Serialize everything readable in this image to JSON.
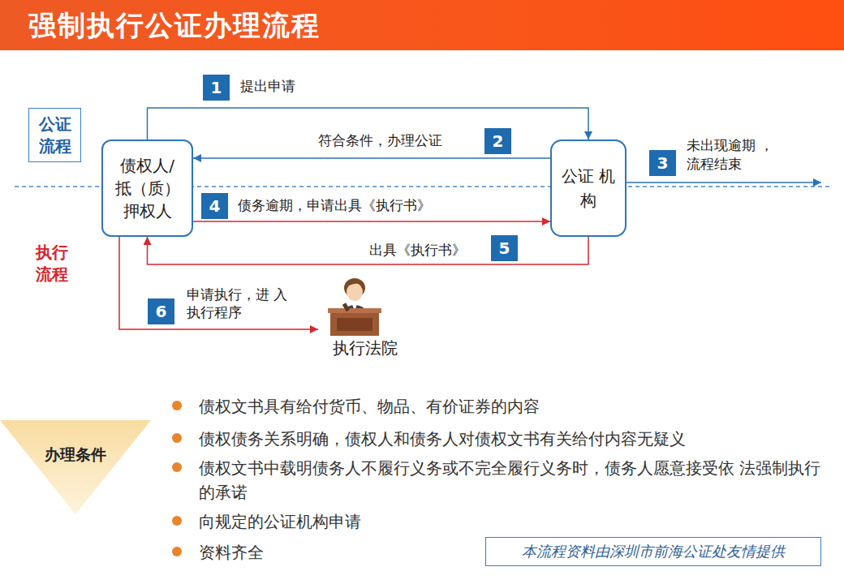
{
  "diagram": {
    "title": "强制执行公证办理流程",
    "nodes": [
      {
        "text": [
          "公证 流程"
        ]
      },
      {
        "text": [
          "债权人/ 抵（质） 押权人"
        ]
      },
      {
        "text": [
          "公证 机构"
        ]
      },
      {
        "text": [
          "执行法院"
        ]
      },
      {
        "text": [
          "办理条件"
        ]
      },
      {
        "text": [
          "本流程资料由深圳市前海公证处友情提供"
        ]
      }
    ],
    "edges": [
      {
        "from": 1,
        "to": 2,
        "arrow": "to",
        "label": "提出申请"
      },
      {
        "from": 2,
        "to": 1,
        "arrow": "to",
        "label": "符合条件，办理公证"
      },
      {
        "from": 1,
        "to": 2,
        "arrow": "to",
        "label": "债务逾期，申请出具《执行书》"
      },
      {
        "from": 2,
        "to": 1,
        "arrow": "to",
        "label": "出具《执行书》"
      },
      {
        "from": 1,
        "to": 3,
        "arrow": "to",
        "label": "申请执行，进 入执行程序"
      }
    ],
    "labels": [
      "执行 流程",
      "1",
      "2",
      "3",
      "未出现逾期 ，流程结束",
      "4",
      "5",
      "6",
      "债权文书具有给付货币、物品、有价证券的内容",
      "债权债务关系明确，债权人和债务人对债权文书有关给付内容无疑义",
      "债权文书中载明债务人不履行义务或不完全履行义务时，债务人愿意接受依 法强制执行的承诺",
      "向规定的公证机构申请",
      "资料齐全"
    ]
  }
}
